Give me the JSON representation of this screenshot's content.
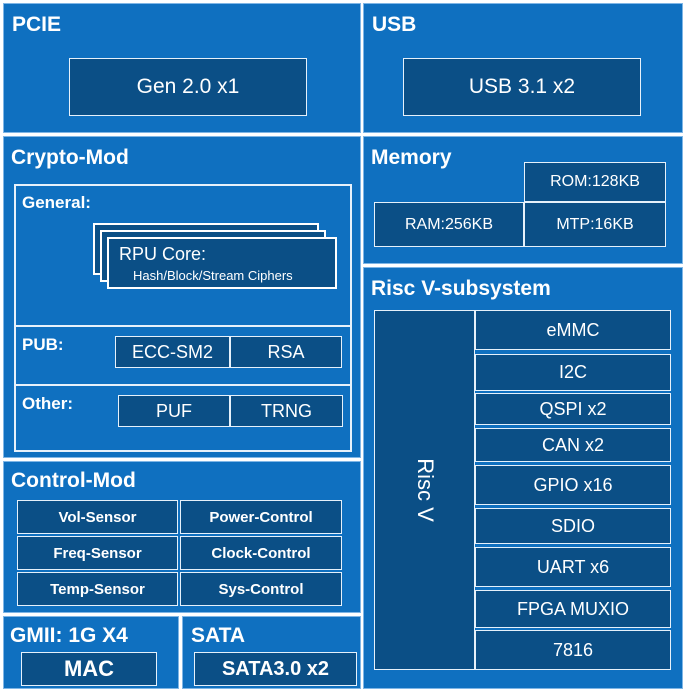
{
  "pcie": {
    "title": "PCIE",
    "box": "Gen 2.0 x1"
  },
  "usb": {
    "title": "USB",
    "box": "USB 3.1 x2"
  },
  "crypto": {
    "title": "Crypto-Mod",
    "general": {
      "label": "General:",
      "core_title": "RPU Core:",
      "core_subtitle": "Hash/Block/Stream Ciphers"
    },
    "pub": {
      "label": "PUB:",
      "items": [
        "ECC-SM2",
        "RSA"
      ]
    },
    "other": {
      "label": "Other:",
      "items": [
        "PUF",
        "TRNG"
      ]
    }
  },
  "memory": {
    "title": "Memory",
    "rom": "ROM:128KB",
    "ram": "RAM:256KB",
    "mtp": "MTP:16KB"
  },
  "riscv": {
    "title": "Risc V-subsystem",
    "core": "Risc V",
    "peripherals": [
      "eMMC",
      "I2C",
      "QSPI x2",
      "CAN x2",
      "GPIO x16",
      "SDIO",
      "UART x6",
      "FPGA MUXIO",
      "7816"
    ]
  },
  "control": {
    "title": "Control-Mod",
    "items": [
      "Vol-Sensor",
      "Power-Control",
      "Freq-Sensor",
      "Clock-Control",
      "Temp-Sensor",
      "Sys-Control"
    ]
  },
  "gmii": {
    "title": "GMII: 1G X4",
    "box": "MAC"
  },
  "sata": {
    "title": "SATA",
    "box": "SATA3.0 x2"
  }
}
